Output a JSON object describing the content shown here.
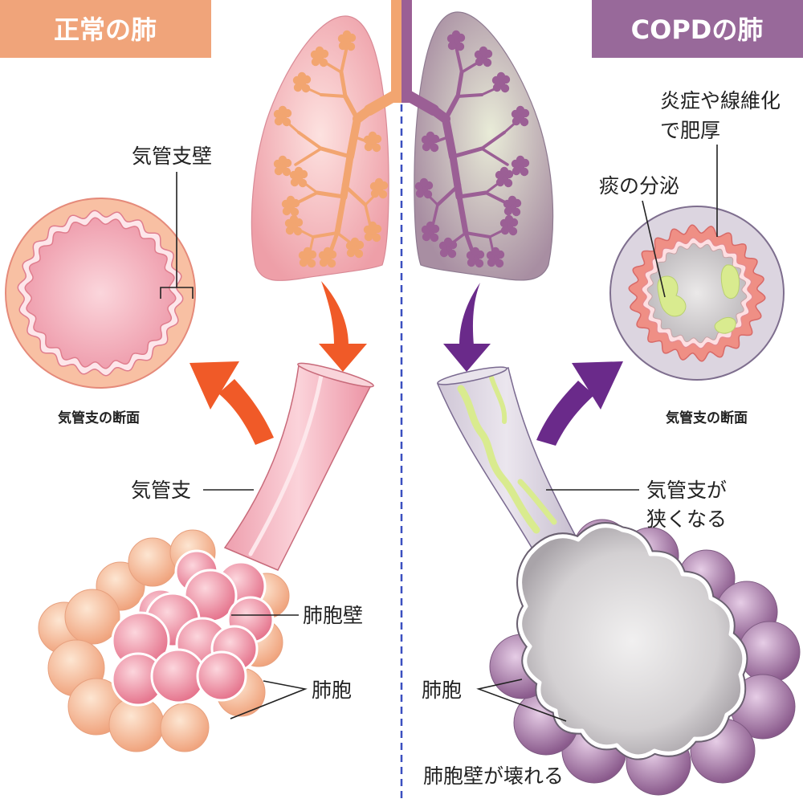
{
  "header": {
    "normal_title": "正常の肺",
    "copd_title": "COPDの肺"
  },
  "normal": {
    "bronchial_wall_label": "気管支壁",
    "cross_section_label": "気管支の断面",
    "bronchus_label": "気管支",
    "alveolar_wall_label": "肺胞壁",
    "alveoli_label": "肺胞"
  },
  "copd": {
    "thickening_label_line1": "炎症や線維化",
    "thickening_label_line2": "で肥厚",
    "sputum_label": "痰の分泌",
    "cross_section_label": "気管支の断面",
    "narrowing_label_line1": "気管支が",
    "narrowing_label_line2": "狭くなる",
    "alveoli_label": "肺胞",
    "alveolar_wall_label": "肺胞壁が壊れる"
  },
  "colors": {
    "normal_header": "#f0a47a",
    "copd_header": "#98699a",
    "normal_arrow": "#f05a28",
    "copd_arrow": "#6a2a8a",
    "divider": "#3a4fc0",
    "normal_bronchial_tree": "#f2a570",
    "copd_bronchial_tree": "#9b5f95",
    "sputum": "#d9eb8f"
  }
}
